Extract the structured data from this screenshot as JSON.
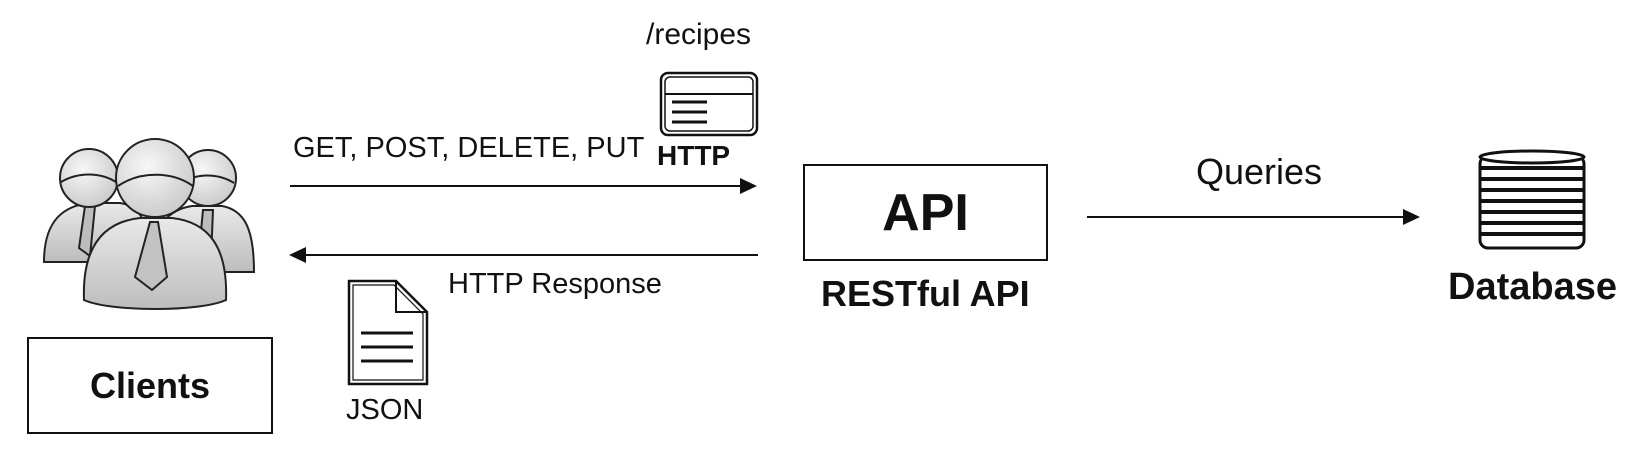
{
  "labels": {
    "endpoint_path": "/recipes",
    "http_methods": "GET, POST, DELETE, PUT",
    "http_badge": "HTTP",
    "http_response": "HTTP Response",
    "json_doc": "JSON",
    "queries": "Queries",
    "restful_api": "RESTful API",
    "database": "Database"
  },
  "boxes": {
    "clients": "Clients",
    "api": "API"
  },
  "icons": {
    "clients": "users-group-icon",
    "http": "browser-window-icon",
    "json": "document-icon",
    "database": "database-stack-icon"
  },
  "colors": {
    "stroke": "#111111",
    "person_fill": "#d8d8d8",
    "person_highlight": "#f2f2f2"
  }
}
